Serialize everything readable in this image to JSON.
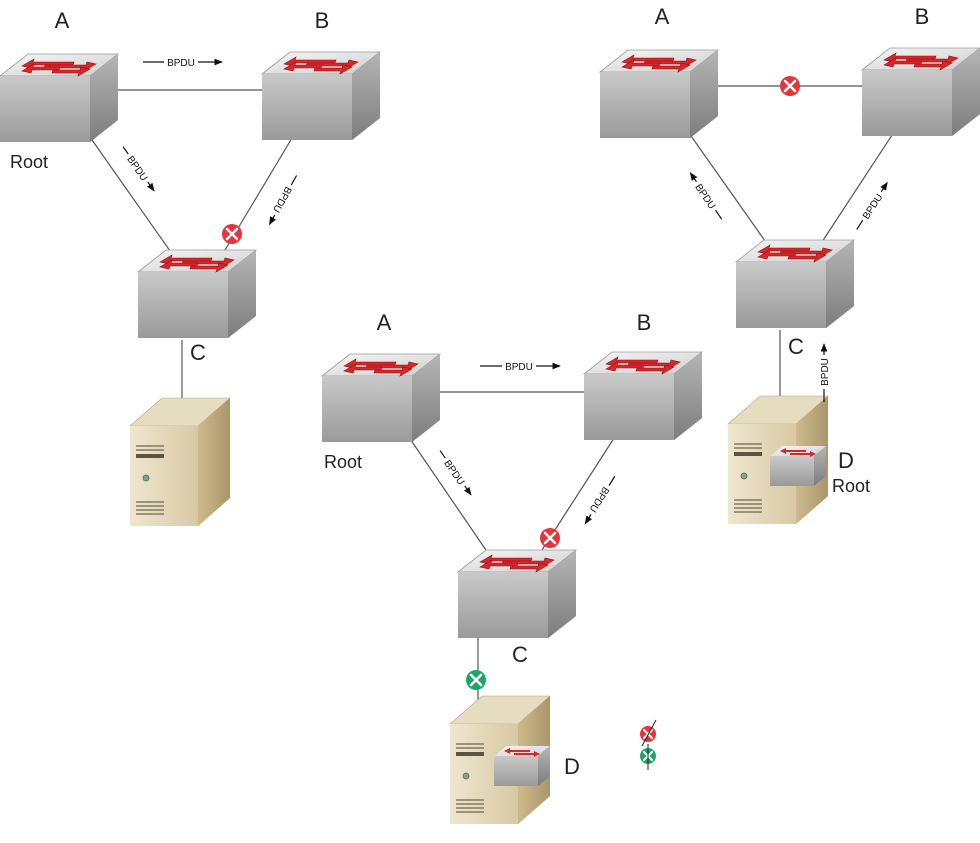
{
  "message_label": "BPDU",
  "scenarios": [
    {
      "id": "left",
      "labels": {
        "a": "A",
        "b": "B",
        "c": "C",
        "root": "Root"
      }
    },
    {
      "id": "middle",
      "labels": {
        "a": "A",
        "b": "B",
        "c": "C",
        "d": "D",
        "root": "Root"
      }
    },
    {
      "id": "right",
      "labels": {
        "a": "A",
        "b": "B",
        "c": "C",
        "d": "D",
        "root": "Root"
      }
    }
  ],
  "legend": [
    {
      "icon": "blocked-port-icon",
      "color": "#e8323c"
    },
    {
      "icon": "filtered-port-icon",
      "color": "#1aa86a"
    }
  ]
}
